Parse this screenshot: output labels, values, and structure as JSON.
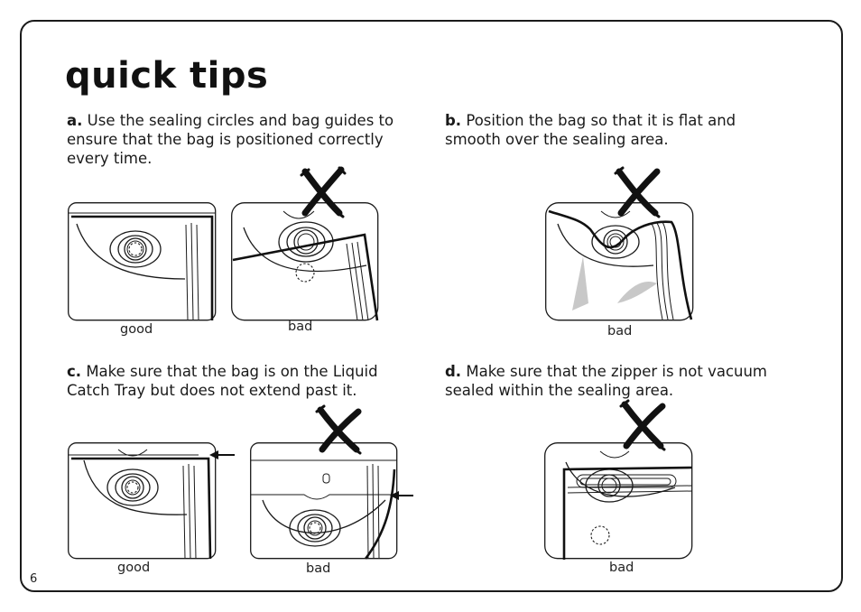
{
  "title": "quick tips",
  "page_number": "6",
  "tips": [
    {
      "letter": "a.",
      "text": "Use the sealing circles and bag guides to ensure that the bag is positioned correctly every time.",
      "captions": [
        "good",
        "bad"
      ]
    },
    {
      "letter": "b.",
      "text": "Position the bag so that it is flat and smooth over the sealing area.",
      "captions": [
        "bad"
      ]
    },
    {
      "letter": "c.",
      "text": "Make sure that the bag is on the Liquid Catch Tray but does not extend past it.",
      "captions": [
        "good",
        "bad"
      ]
    },
    {
      "letter": "d.",
      "text": "Make sure that the zipper is not vacuum sealed within the sealing area.",
      "captions": [
        "bad"
      ]
    }
  ],
  "icons": {
    "wrong_mark": "x-mark-icon",
    "pointer": "arrow-left-icon"
  },
  "colors": {
    "ink": "#1a1a1a",
    "shadow_gray": "#c8c8c8"
  }
}
